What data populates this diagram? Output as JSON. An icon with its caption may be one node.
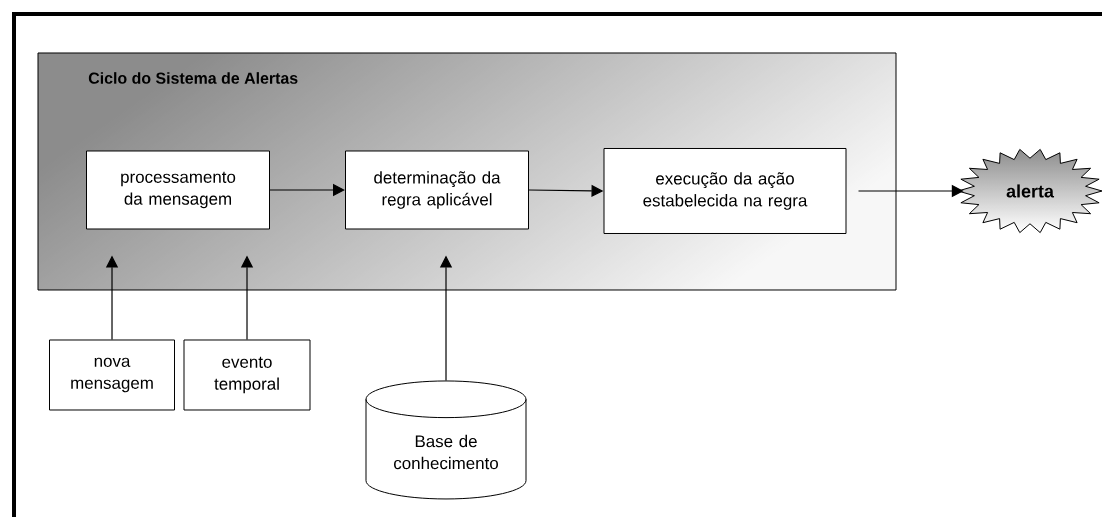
{
  "diagram": {
    "nodes": [
      {
        "text": [
          "Ciclo do Sistema de Alertas"
        ]
      },
      {
        "text": [
          "processamento da mensagem"
        ],
        "in": 0
      },
      {
        "text": [
          "determinação da regra aplicável"
        ],
        "in": 0
      },
      {
        "text": [
          "execução da ação estabelecida na regra"
        ],
        "in": 0
      },
      {
        "text": [
          "alerta"
        ]
      },
      {
        "text": [
          "nova mensagem"
        ]
      },
      {
        "text": [
          "evento temporal"
        ]
      },
      {
        "text": [
          "Base de conhecimento"
        ]
      }
    ],
    "edges": [
      {
        "from": 1,
        "to": 2,
        "arrow": "to"
      },
      {
        "from": 2,
        "to": 3,
        "arrow": "to"
      },
      {
        "from": 3,
        "to": 4,
        "arrow": "to"
      },
      {
        "from": 5,
        "to": 1,
        "arrow": "to"
      },
      {
        "from": 6,
        "to": 1,
        "arrow": "to"
      },
      {
        "from": 7,
        "to": 2,
        "arrow": "to"
      }
    ]
  }
}
